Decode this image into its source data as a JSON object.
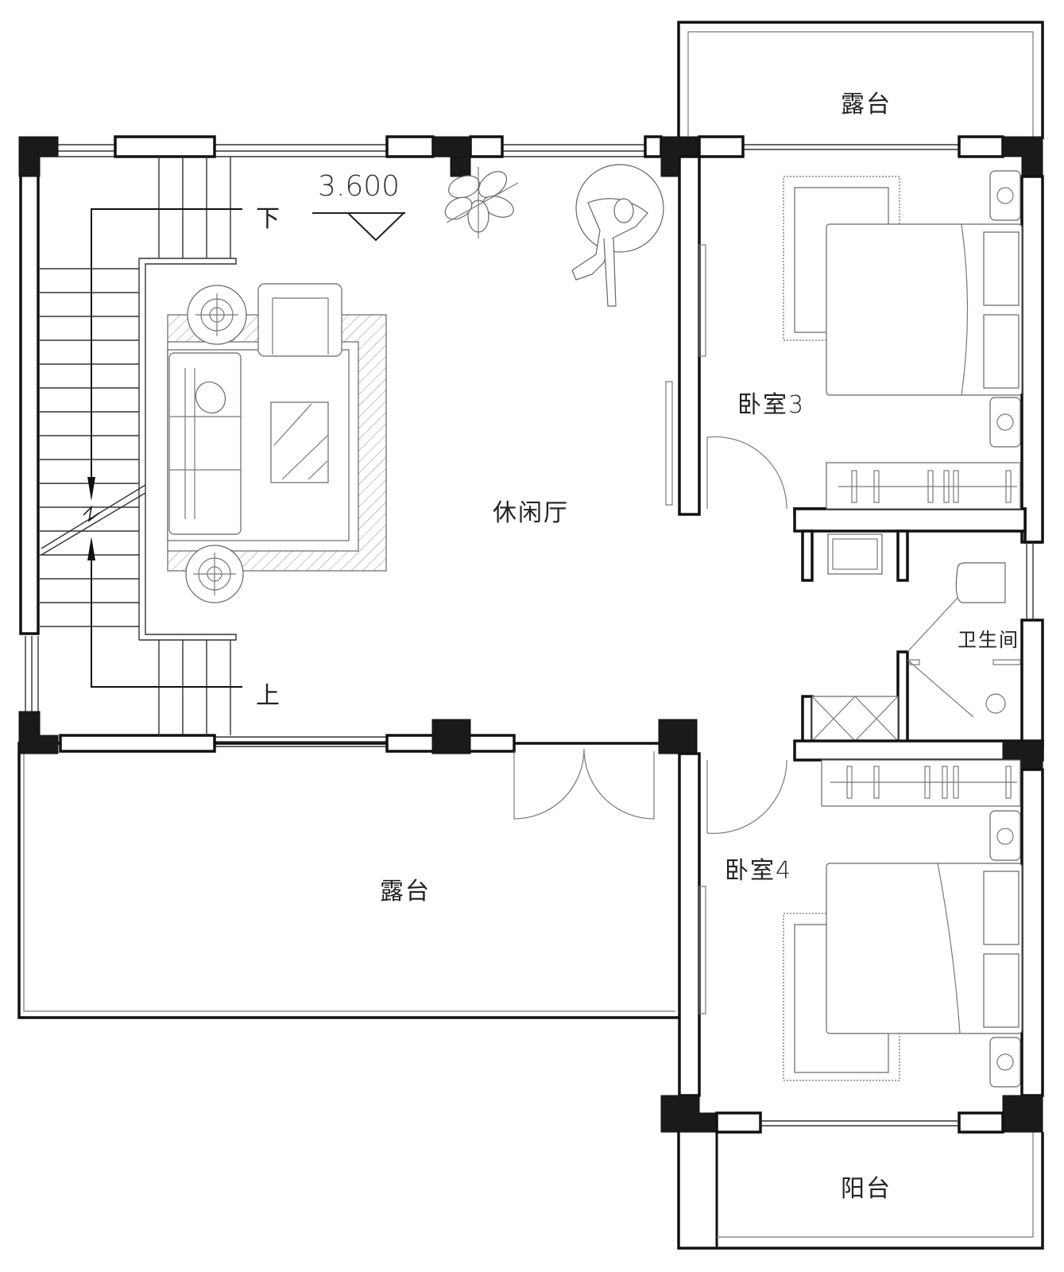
{
  "plan": {
    "elevation": "3.600",
    "rooms": {
      "terrace_top": "露台",
      "bedroom3": "卧室3",
      "leisure_hall": "休闲厅",
      "bathroom": "卫生间",
      "bedroom4": "卧室4",
      "terrace_main": "露台",
      "balcony": "阳台"
    },
    "stair": {
      "down": "下",
      "up": "上"
    }
  }
}
